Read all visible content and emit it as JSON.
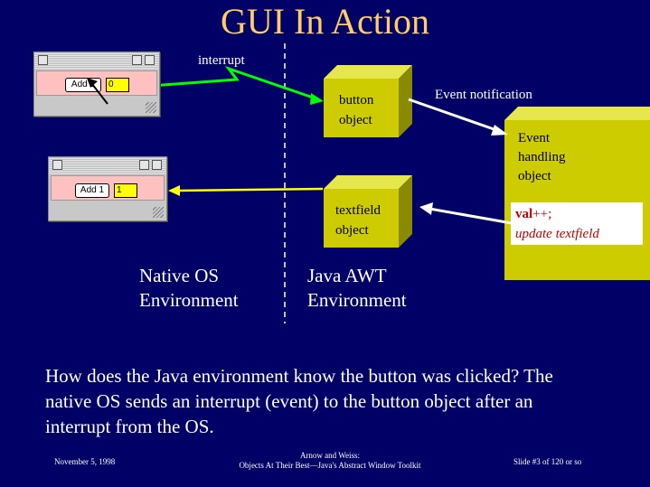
{
  "title": "GUI In Action",
  "native_window_top": {
    "button_label": "Add 1",
    "field_value": "0"
  },
  "native_window_bottom": {
    "button_label": "Add 1",
    "field_value": "1"
  },
  "labels": {
    "interrupt": "interrupt",
    "button_object": [
      "button",
      "object"
    ],
    "textfield_object": [
      "textfield",
      "object"
    ],
    "event_notification": "Event notification",
    "event_handling_object": [
      "Event",
      "handling",
      "object"
    ],
    "code_line1_var": "val",
    "code_line1_op": "++;",
    "code_line2": "update textfield"
  },
  "environments": {
    "native": [
      "Native OS",
      "Environment"
    ],
    "java": [
      "Java AWT",
      "Environment"
    ]
  },
  "bottom_text": {
    "line1": "How does the Java environment know the button was clicked? The",
    "line2": "native OS sends an interrupt (event) to the button object after an",
    "line3": "interrupt from the OS."
  },
  "footer": {
    "date": "November 5, 1998",
    "author": "Arnow and Weiss:",
    "book": "Objects At Their Best—Java's Abstract Window Toolkit",
    "slide": "Slide #3 of  120 or so"
  },
  "colors": {
    "background": "#000066",
    "title": "#ffcc66",
    "object_face": "#cccc00",
    "arrow_green": "#00ff00",
    "arrow_yellow": "#ffff00",
    "code_red": "#cc0000"
  }
}
